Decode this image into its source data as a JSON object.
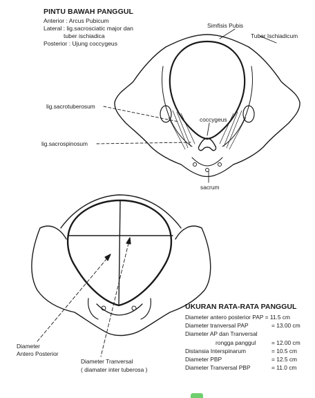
{
  "top_info": {
    "title": "PINTU BAWAH PANGGUL",
    "lines": [
      "Anterior : Arcus Pubicum",
      "Lateral : lig.sacrosciatic major dan",
      "tuber ischiadica",
      "Posterior : Ujung coccygeus"
    ]
  },
  "top_labels": {
    "simfisis": "Simfisis Pubis",
    "tuber": "Tuber Ischiadicum",
    "sacrotuberosum": "lig.sacrotuberosum",
    "coccygeus": "coccygeus",
    "sacrospinosum": "lig.sacrospinosum",
    "sacrum": "sacrum"
  },
  "bottom_labels": {
    "ap_line1": "Diameter",
    "ap_line2": "Antero Posterior",
    "tr_line1": "Diameter Tranversal",
    "tr_line2": "( diamater inter tuberosa )"
  },
  "measurements": {
    "title": "UKURAN RATA-RATA PANGGUL",
    "rows": [
      {
        "label": "Diameter antero posterior PAP = 11.5 cm",
        "value": ""
      },
      {
        "label": "Diameter tranversal PAP",
        "value": "= 13.00 cm"
      },
      {
        "label": "Diameter AP dan Tranversal",
        "value": ""
      },
      {
        "label": "rongga panggul",
        "value": "= 12.00 cm"
      },
      {
        "label": "Distansia Interspinarum",
        "value": "= 10.5 cm"
      },
      {
        "label": "Diameter PBP",
        "value": "= 12.5 cm"
      },
      {
        "label": "Diameter Tranversal PBP",
        "value": "= 11.0 cm"
      }
    ]
  },
  "colors": {
    "ink": "#1a1a1a",
    "tag": "#6fcf6f"
  }
}
